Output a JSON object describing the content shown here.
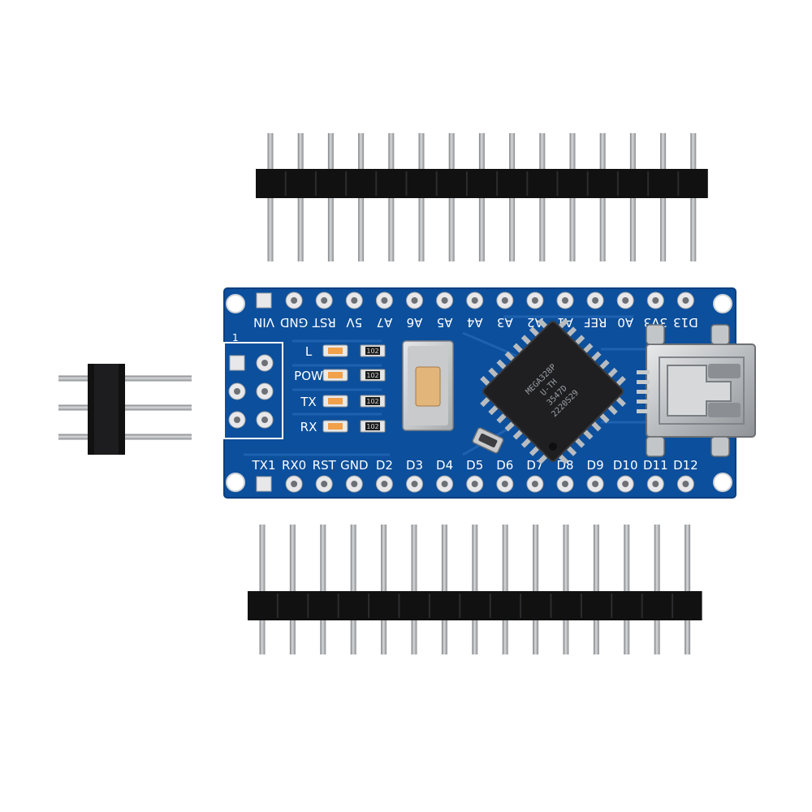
{
  "board": {
    "top_pin_labels": [
      "VIN",
      "GND",
      "RST",
      "5V",
      "A7",
      "A6",
      "A5",
      "A4",
      "A3",
      "A2",
      "A1",
      "REF",
      "A0",
      "3V3",
      "D13"
    ],
    "bottom_pin_labels": [
      "TX1",
      "RX0",
      "RST",
      "GND",
      "D2",
      "D3",
      "D4",
      "D5",
      "D6",
      "D7",
      "D8",
      "D9",
      "D10",
      "D11",
      "D12"
    ],
    "led_labels": [
      "L",
      "POW",
      "TX",
      "RX"
    ],
    "resistor_labels": [
      "102",
      "102",
      "102",
      "102"
    ],
    "icsp_marker": "1",
    "chip_lines": [
      "MEGA328P",
      "U-TH",
      "3547D",
      "2220S29"
    ]
  },
  "colors": {
    "pcb": "#0c4f9c",
    "pcb_edge": "#0a3f80",
    "pin_plastic": "#111111",
    "pin_metal": "#b7b9bb",
    "pad": "#e8e8ea",
    "chip": "#1f1f21"
  }
}
